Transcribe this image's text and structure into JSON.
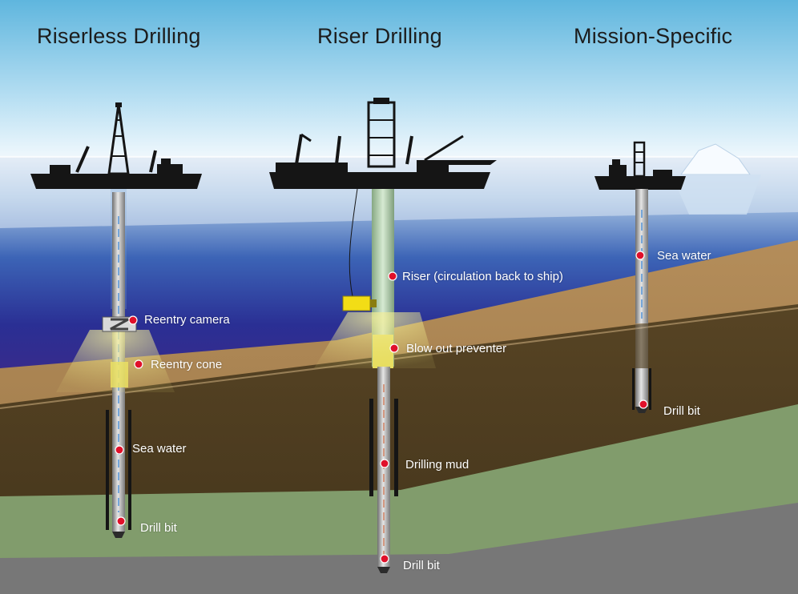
{
  "titles": {
    "riserless": "Riserless Drilling",
    "riser": "Riser Drilling",
    "mission": "Mission-Specific"
  },
  "labels": {
    "riserless": {
      "reentry_camera": "Reentry camera",
      "reentry_cone": "Reentry cone",
      "sea_water": "Sea water",
      "drill_bit": "Drill bit"
    },
    "riser": {
      "riser": "Riser (circulation back to ship)",
      "blow_out_preventer": "Blow out preventer",
      "drilling_mud": "Drilling mud",
      "drill_bit": "Drill bit"
    },
    "mission": {
      "sea_water": "Sea water",
      "drill_bit": "Drill bit"
    }
  },
  "colors": {
    "marker": "#e0102a",
    "ship": "#151515",
    "sediment_top": "#a88353",
    "sediment_dark": "#4f3d21",
    "sediment_green": "#7f9a6a",
    "bedrock": "#767676"
  }
}
